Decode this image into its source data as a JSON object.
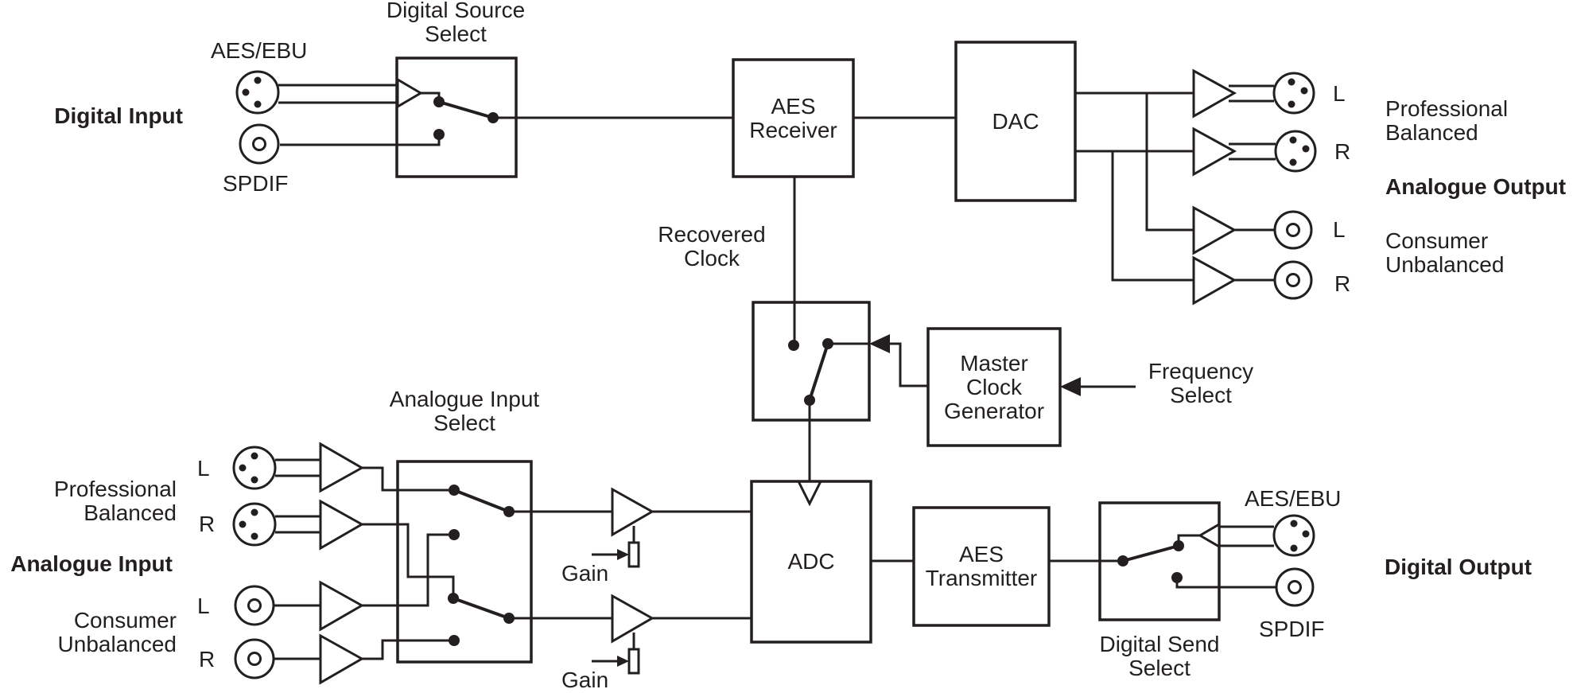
{
  "colors": {
    "line": "#231f20",
    "background": "#ffffff",
    "text": "#231f20"
  },
  "digital_input": {
    "section_label": "Digital Input",
    "aes_ebu_label": "AES/EBU",
    "spdif_label": "SPDIF"
  },
  "digital_source_select": {
    "title_lines": [
      "Digital Source",
      "Select"
    ]
  },
  "aes_receiver": {
    "label_lines": [
      "AES",
      "Receiver"
    ]
  },
  "dac": {
    "label": "DAC"
  },
  "recovered_clock": {
    "label_lines": [
      "Recovered",
      "Clock"
    ]
  },
  "master_clock_generator": {
    "label_lines": [
      "Master",
      "Clock",
      "Generator"
    ]
  },
  "frequency_select": {
    "label_lines": [
      "Frequency",
      "Select"
    ]
  },
  "analogue_output": {
    "section_label": "Analogue Output",
    "balanced_label_lines": [
      "Professional",
      "Balanced"
    ],
    "unbalanced_label_lines": [
      "Consumer",
      "Unbalanced"
    ],
    "channels": {
      "bal_l": "L",
      "bal_r": "R",
      "unbal_l": "L",
      "unbal_r": "R"
    }
  },
  "analogue_input": {
    "section_label": "Analogue Input",
    "balanced_label_lines": [
      "Professional",
      "Balanced"
    ],
    "unbalanced_label_lines": [
      "Consumer",
      "Unbalanced"
    ],
    "channels": {
      "bal_l": "L",
      "bal_r": "R",
      "unbal_l": "L",
      "unbal_r": "R"
    }
  },
  "analogue_input_select": {
    "title_lines": [
      "Analogue Input",
      "Select"
    ]
  },
  "gain": {
    "label": "Gain"
  },
  "adc": {
    "label": "ADC"
  },
  "aes_transmitter": {
    "label_lines": [
      "AES",
      "Transmitter"
    ]
  },
  "digital_send_select": {
    "title_lines": [
      "Digital Send",
      "Select"
    ]
  },
  "digital_output": {
    "section_label": "Digital Output",
    "aes_ebu_label": "AES/EBU",
    "spdif_label": "SPDIF"
  }
}
